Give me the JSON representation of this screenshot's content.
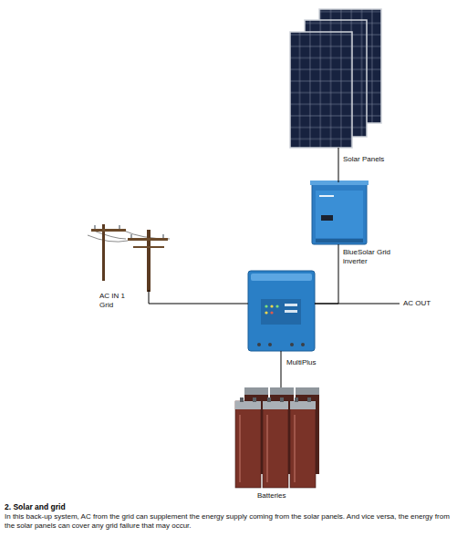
{
  "diagram": {
    "title": "2. Solar and grid",
    "caption": "In this back-up system, AC from the grid can supplement the energy supply coming from the solar panels. And vice versa, the energy from the solar panels can cover any grid failure that may occur.",
    "nodes": [
      {
        "text": [
          "Solar Panels"
        ]
      },
      {
        "text": [
          "BlueSolar Grid inverter"
        ]
      },
      {
        "text": [
          "AC IN 1 Grid"
        ]
      },
      {
        "text": [
          "MultiPlus"
        ]
      },
      {
        "text": [
          "Batteries"
        ]
      }
    ],
    "edges": [
      {
        "from": 0,
        "to": 1,
        "arrow": "none"
      },
      {
        "from": 1,
        "to": 3,
        "arrow": "none"
      },
      {
        "from": 2,
        "to": 3,
        "arrow": "none"
      },
      {
        "from": 3,
        "to": 4,
        "arrow": "none"
      }
    ],
    "labels": [
      "AC OUT"
    ]
  }
}
